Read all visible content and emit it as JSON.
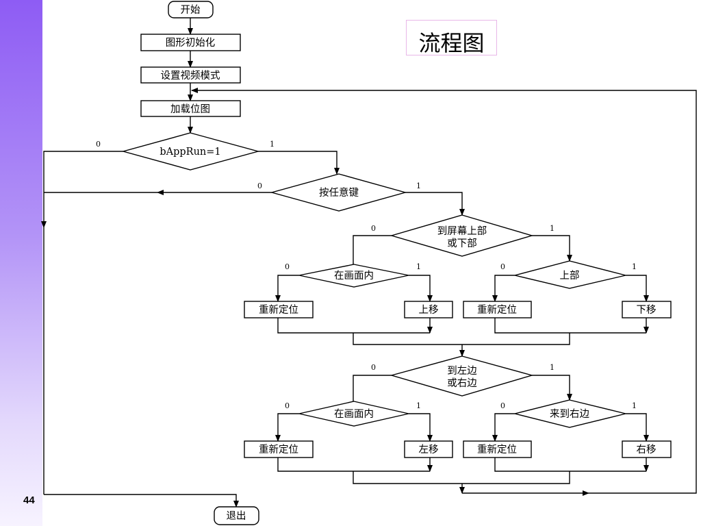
{
  "slide": {
    "title": "流程图",
    "page_number": "44"
  },
  "flowchart": {
    "start": "开始",
    "init_graphics": "图形初始化",
    "set_video_mode": "设置视频模式",
    "load_bitmap": "加载位图",
    "cond_app_run": "bAppRun=1",
    "cond_any_key": "按任意键",
    "cond_top_bottom": [
      "到屏幕上部",
      "或下部"
    ],
    "cond_in_screen_vertical": "在画面内",
    "cond_top": "上部",
    "reposition_label": "重新定位",
    "move_up": "上移",
    "move_down": "下移",
    "cond_left_right": [
      "到左边",
      "或右边"
    ],
    "cond_in_screen_horizontal": "在画面内",
    "cond_reach_right": "来到右边",
    "move_left": "左移",
    "move_right": "右移",
    "exit": "退出",
    "branch_false": "0",
    "branch_true": "1"
  }
}
